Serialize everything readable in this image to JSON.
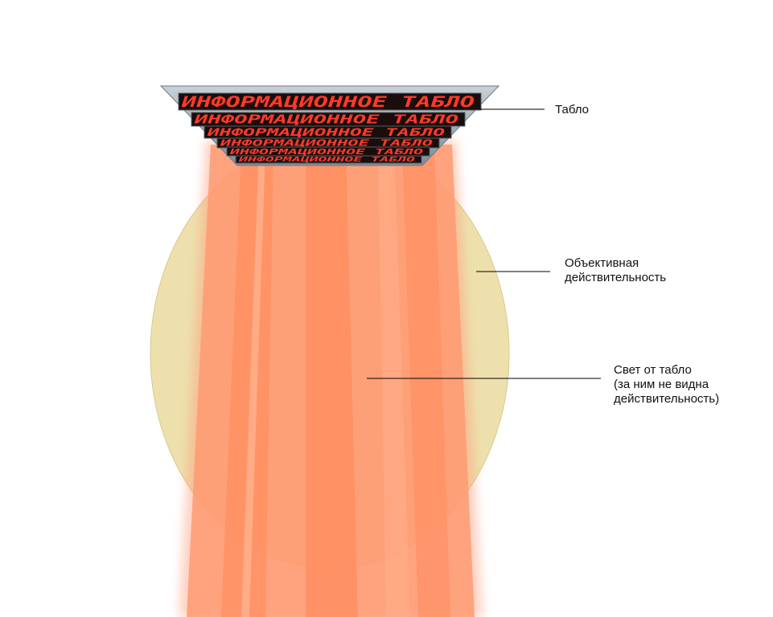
{
  "board": {
    "rows": [
      "ИНФОРМАЦИОННОЕ ТАБЛО",
      "ИНФОРМАЦИОННОЕ ТАБЛО",
      "ИНФОРМАЦИОННОЕ ТАБЛО",
      "ИНФОРМАЦИОННОЕ ТАБЛО",
      "ИНФОРМАЦИОННОЕ ТАБЛО",
      "ИНФОРМАЦИОННОЕ ТАБЛО"
    ]
  },
  "labels": {
    "board": "Табло",
    "reality_line1": "Объективная",
    "reality_line2": "действительность",
    "light_line1": "Свет от табло",
    "light_line2": "(за ним не видна",
    "light_line3": "действительность)"
  },
  "colors": {
    "reality": "#ede0ad",
    "light": "#ff8a5c",
    "led": "#ff3a2a",
    "frame": "#9aa7b3"
  }
}
